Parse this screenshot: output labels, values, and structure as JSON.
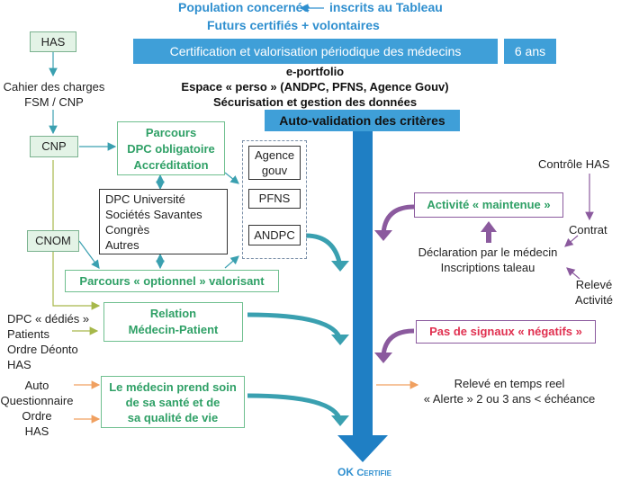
{
  "header": {
    "population": "Population concernée",
    "inscrits": "inscrits au Tableau",
    "futurs": "Futurs certifiés + volontaires",
    "certification": "Certification et valorisation périodique des médecins",
    "six_ans": "6 ans"
  },
  "portfolio": {
    "line1": "e-portfolio",
    "line2": "Espace « perso » (ANDPC, PFNS, Agence Gouv)",
    "line3": "Sécurisation et gestion des données"
  },
  "auto_validation": "Auto-validation des critères",
  "left_col": {
    "has": "HAS",
    "cahier_line1": "Cahier des charges",
    "cahier_line2": "FSM / CNP",
    "cnp": "CNP",
    "cnom": "CNOM"
  },
  "parcours_obligatoire": {
    "line1": "Parcours",
    "line2": "DPC obligatoire",
    "line3": "Accréditation"
  },
  "dpc_list": {
    "line1": "DPC Université",
    "line2": "Sociétés Savantes",
    "line3": "Congrès",
    "line4": "Autres"
  },
  "dashed_group": {
    "agence_line1": "Agence",
    "agence_line2": "gouv",
    "pfns": "PFNS",
    "andpc": "ANDPC"
  },
  "parcours_optionnel": "Parcours « optionnel » valorisant",
  "relation": {
    "line1": "Relation",
    "line2": "Médecin-Patient"
  },
  "relation_sources": {
    "line1": "DPC « dédiés »",
    "line2": "Patients",
    "line3": "Ordre Déonto",
    "line4": "HAS"
  },
  "sante": {
    "line1": "Le médecin prend soin",
    "line2": "de sa santé et de",
    "line3": "sa qualité de vie"
  },
  "sante_sources": {
    "line1": "Auto",
    "line2": "Questionnaire",
    "line3": "Ordre",
    "line4": "HAS"
  },
  "right_col": {
    "controle": "Contrôle HAS",
    "activite_maintenue": "Activité « maintenue »",
    "contrat": "Contrat",
    "declaration_line1": "Déclaration par le médecin",
    "declaration_line2": "Inscriptions taleau",
    "releve_line1": "Relevé",
    "releve_line2": "Activité",
    "pas_signaux": "Pas de signaux « négatifs »",
    "releve_temps_line1": "Relevé en temps reel",
    "releve_temps_line2": "« Alerte » 2 ou 3 ans < échéance"
  },
  "ok": {
    "ok": "OK",
    "certifie": "Certifie"
  },
  "colors": {
    "blue": "#2f8fcf",
    "main_arrow": "#1f7fc4",
    "green": "#2fa066",
    "purple": "#8b5a9e",
    "red": "#e03050",
    "orange": "#f0a060"
  }
}
